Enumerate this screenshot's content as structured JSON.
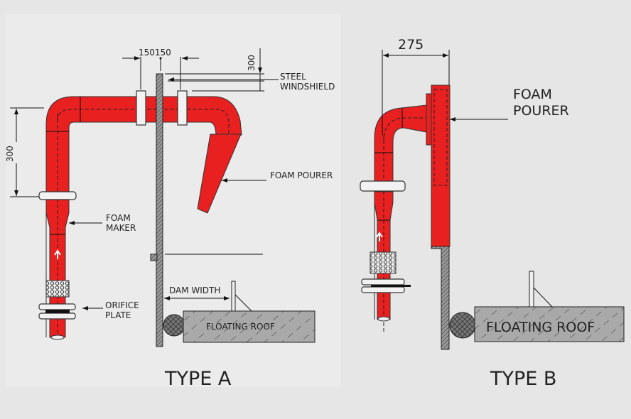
{
  "type_a": {
    "title": "TYPE A",
    "dim_top": "150150",
    "dim_right": "300",
    "dim_left": "300",
    "labels": {
      "steel_windshield": [
        "STEEL",
        "WINDSHIELD"
      ],
      "foam_pourer": "FOAM POURER",
      "foam_maker": [
        "FOAM",
        "MAKER"
      ],
      "orifice_plate": [
        "ORIFICE",
        "PLATE"
      ],
      "dam_width": "DAM WIDTH",
      "floating_roof": "FLOATING ROOF"
    }
  },
  "type_b": {
    "title": "TYPE B",
    "dim_top": "275",
    "labels": {
      "foam_pourer": [
        "FOAM",
        "POURER"
      ],
      "floating_roof": "FLOATING ROOF"
    }
  },
  "colors": {
    "pipe": "#e82020",
    "roof": "#a9a9a9",
    "background": "#e6e6e6"
  }
}
